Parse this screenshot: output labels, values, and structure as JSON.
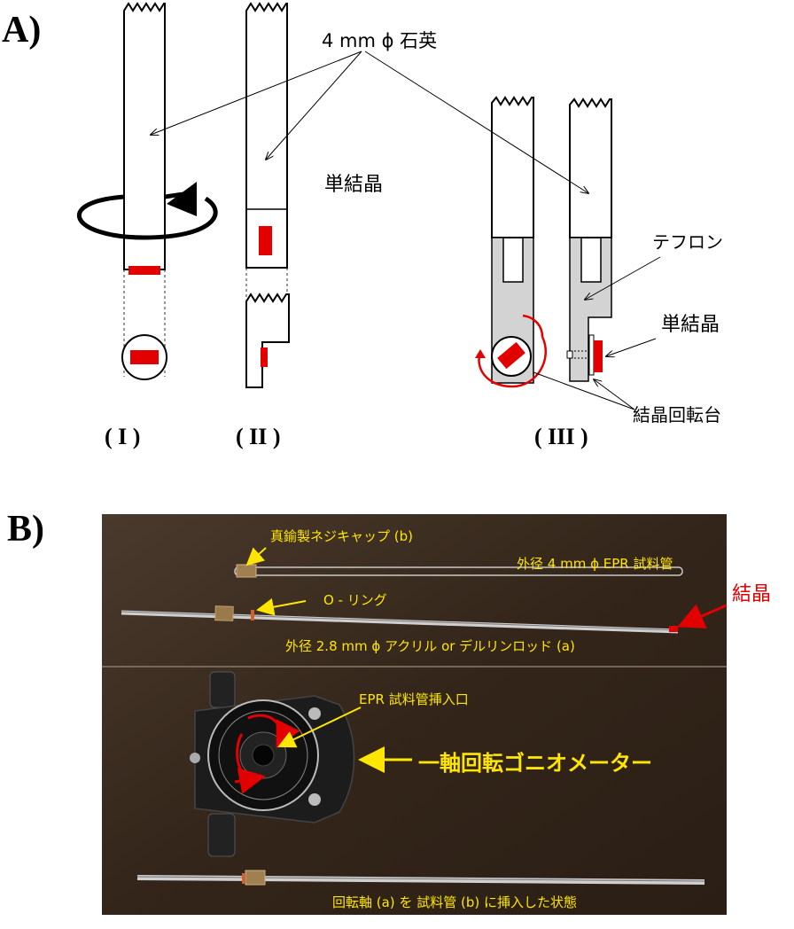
{
  "panel_a": {
    "label": "A)",
    "quartz_label": "4 mm ϕ 石英",
    "single_crystal_label_ii": "単結晶",
    "teflon_label": "テフロン",
    "single_crystal_label_iii": "単結晶",
    "rotation_stage_label": "結晶回転台",
    "roman_1": "( I )",
    "roman_2": "( II )",
    "roman_3": "( III )"
  },
  "panel_b": {
    "label": "B)",
    "brass_cap_label": "真鍮製ネジキャップ (b)",
    "epr_tube_label": "外径 4 mm ϕ EPR 試料管",
    "o_ring_label": "O - リング",
    "crystal_label": "結晶",
    "rod_label": "外径 2.8 mm ϕ アクリル or デルリンロッド (a)",
    "insertion_port_label": "EPR 試料管挿入口",
    "goniometer_label": "一軸回転ゴニオメーター",
    "inserted_state_label": "回転軸 (a) を 試料管 (b) に挿入した状態"
  },
  "colors": {
    "crystal_red": "#e30000",
    "label_yellow": "#ffe600",
    "teflon_gray": "#d3d3d3",
    "photo_bg": "#3a2c22"
  }
}
